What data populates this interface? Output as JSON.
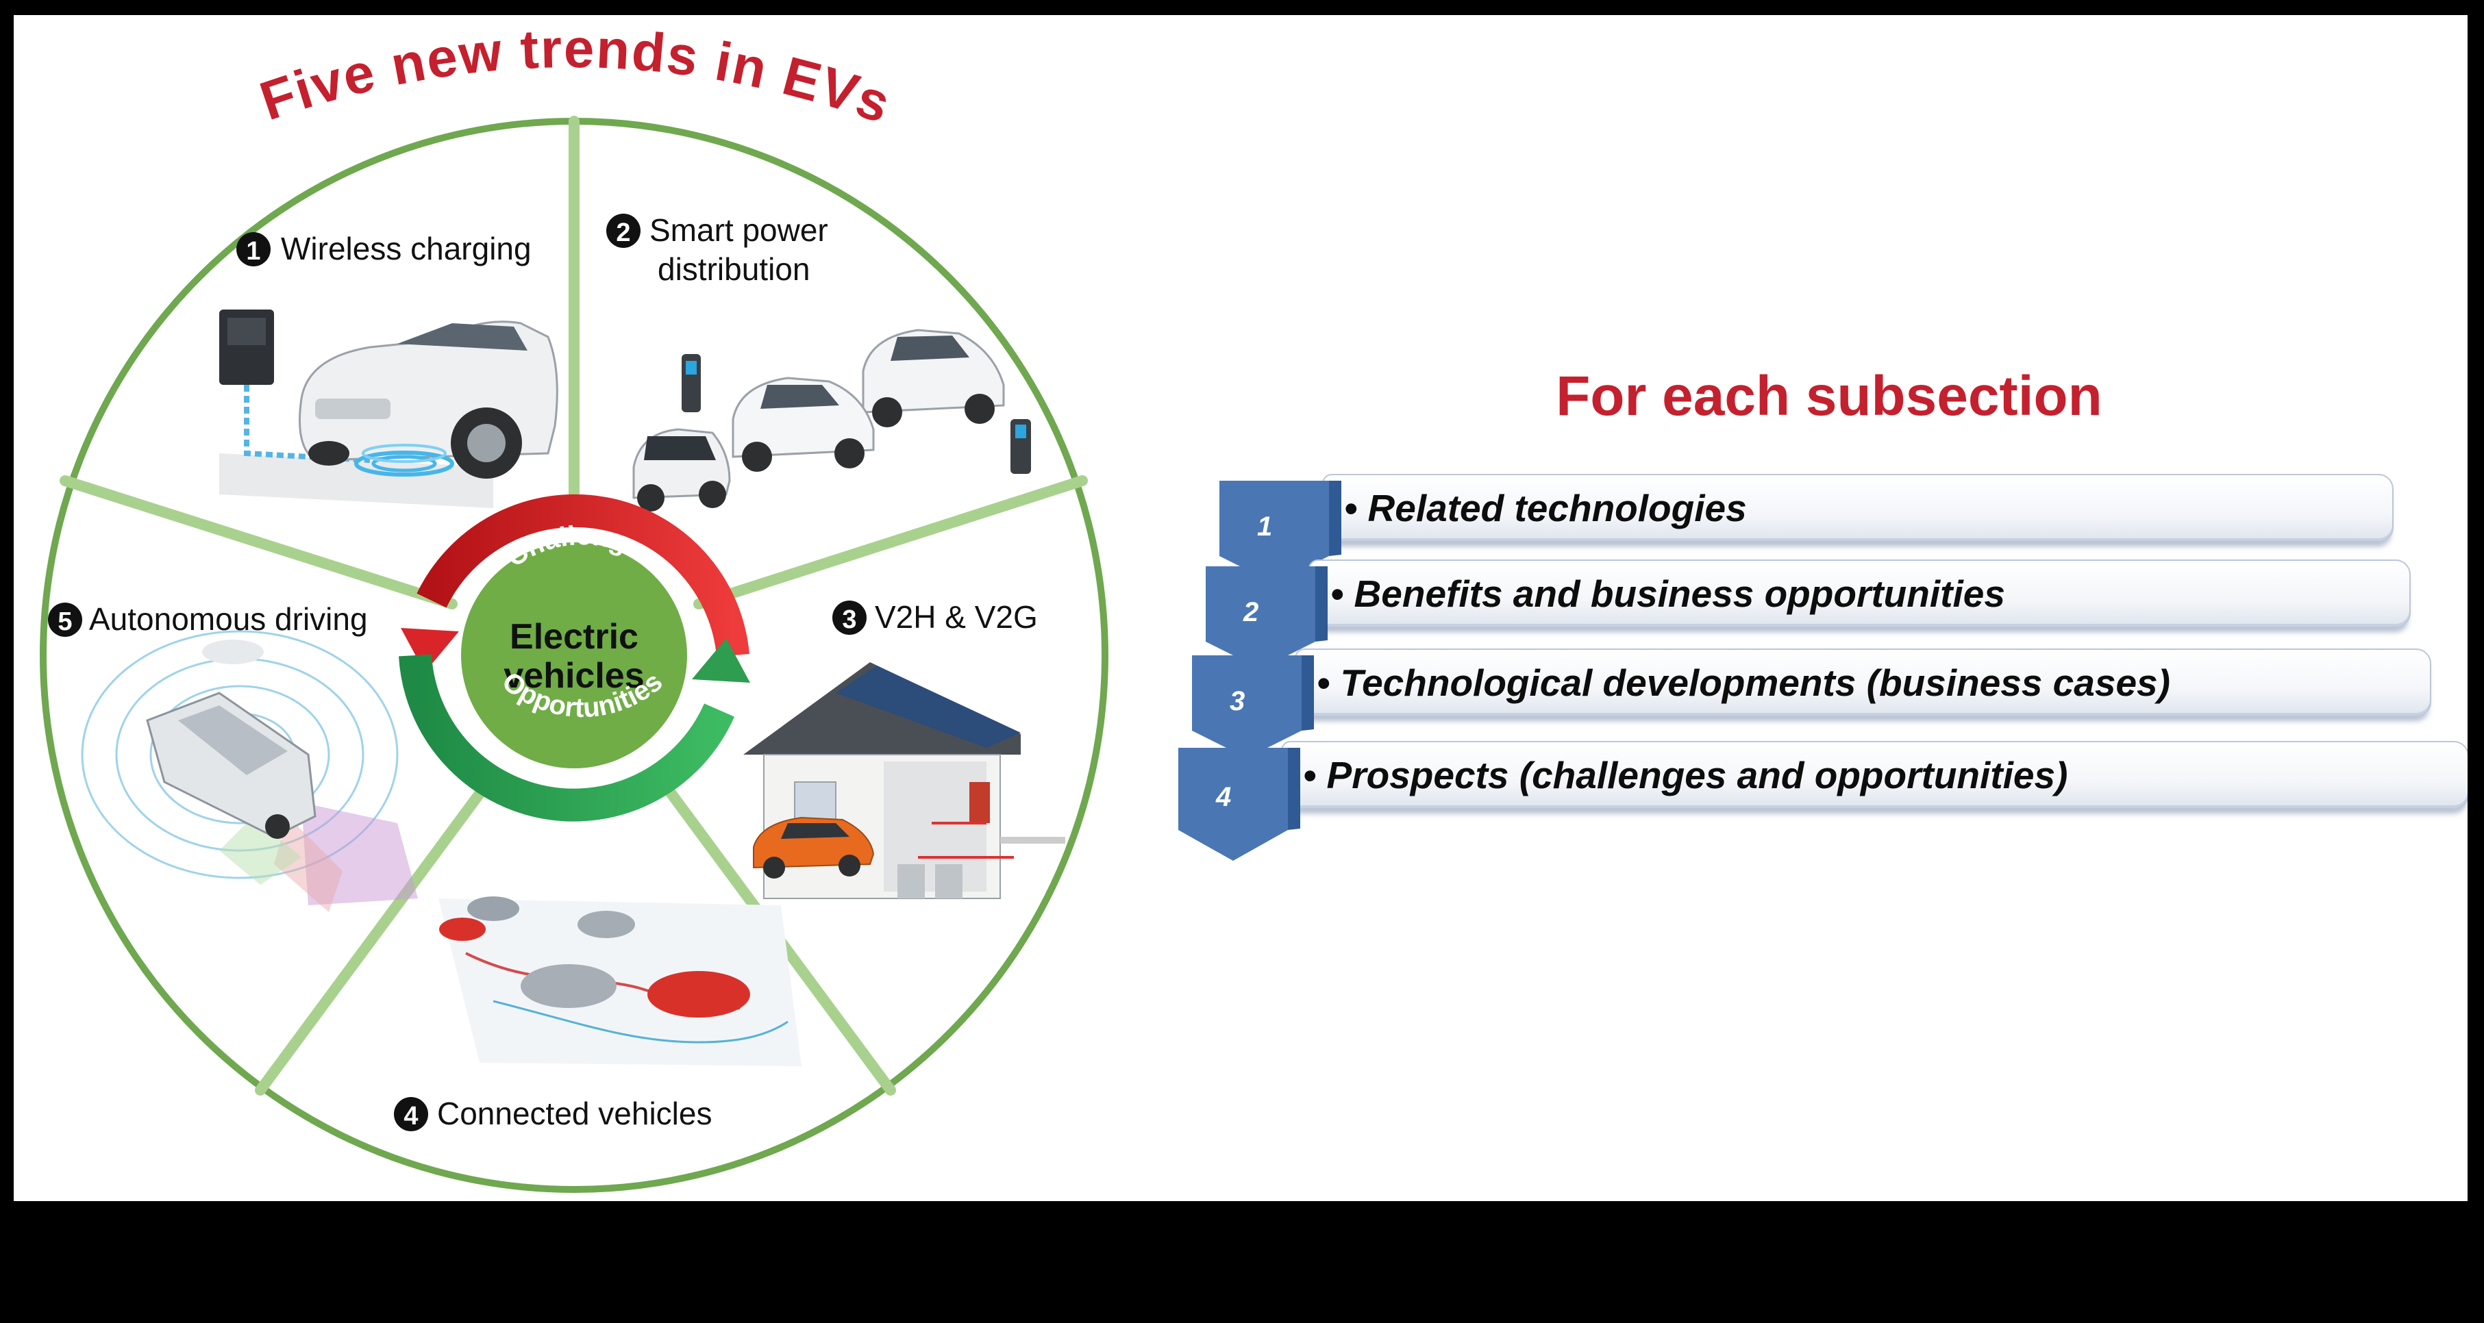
{
  "wheel": {
    "title": "Five new trends in EVs",
    "center": {
      "top": "Challenges",
      "main_line1": "Electric",
      "main_line2": "vehicles",
      "bottom": "Opportunities"
    },
    "trends": [
      {
        "num": "1",
        "label_lines": [
          "Wireless charging"
        ]
      },
      {
        "num": "2",
        "label_lines": [
          "Smart power",
          "distribution"
        ]
      },
      {
        "num": "3",
        "label_lines": [
          "V2H & V2G"
        ]
      },
      {
        "num": "4",
        "label_lines": [
          "Connected vehicles"
        ]
      },
      {
        "num": "5",
        "label_lines": [
          "Autonomous driving"
        ]
      }
    ]
  },
  "subsection": {
    "title": "For each subsection",
    "steps": [
      {
        "num": "1",
        "label": "• Related technologies"
      },
      {
        "num": "2",
        "label": "• Benefits and business opportunities"
      },
      {
        "num": "3",
        "label": "• Technological developments (business cases)"
      },
      {
        "num": "4",
        "label": "• Prospects (challenges and opportunities)"
      }
    ]
  },
  "colors": {
    "title_red": "#c4202e",
    "wheel_green": "#6fa84f",
    "divider_green": "#a9d18e",
    "center_green": "#70ad47",
    "arrow_red": "#d9252a",
    "arrow_green": "#2e9d4f",
    "chevron_blue": "#4a77b4"
  }
}
